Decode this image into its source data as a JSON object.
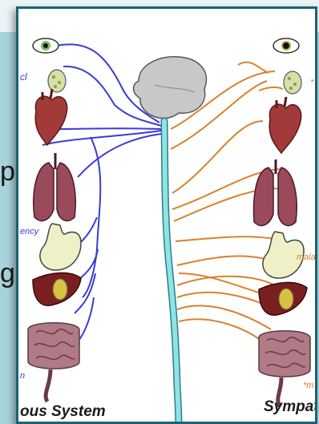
{
  "left_labels": {
    "top": "cl",
    "middle": "ency",
    "bottom": "n"
  },
  "right_labels": {
    "top": "*",
    "middle": "mala",
    "bottom": "*m"
  },
  "bottom_titles": {
    "left": "ous System",
    "right": "Sympat"
  },
  "edge_chars": {
    "upper": "p",
    "lower": "g"
  },
  "colors": {
    "parasympathetic_nerve": "#3b3bd6",
    "sympathetic_nerve": "#d9822b",
    "spinal_cord": "#8fe3e6",
    "brain": "#c8c8c8",
    "heart": "#a33a3a",
    "lungs": "#9a4a5a",
    "stomach": "#eef0c8",
    "liver": "#7a1f1f",
    "intestine": "#b07a86",
    "frame_border": "#1a6373",
    "panel_bg": "#a9d3dc"
  }
}
